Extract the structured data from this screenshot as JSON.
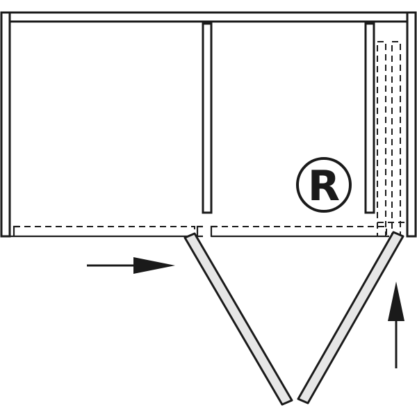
{
  "diagram": {
    "side_mark": "R",
    "colors": {
      "line": "#1a1a1a",
      "door_fill": "#e6e6e6",
      "background": "#ffffff"
    },
    "arrows": [
      {
        "icon": "arrow-right-icon",
        "direction": "right"
      },
      {
        "icon": "arrow-up-icon",
        "direction": "up"
      }
    ]
  }
}
